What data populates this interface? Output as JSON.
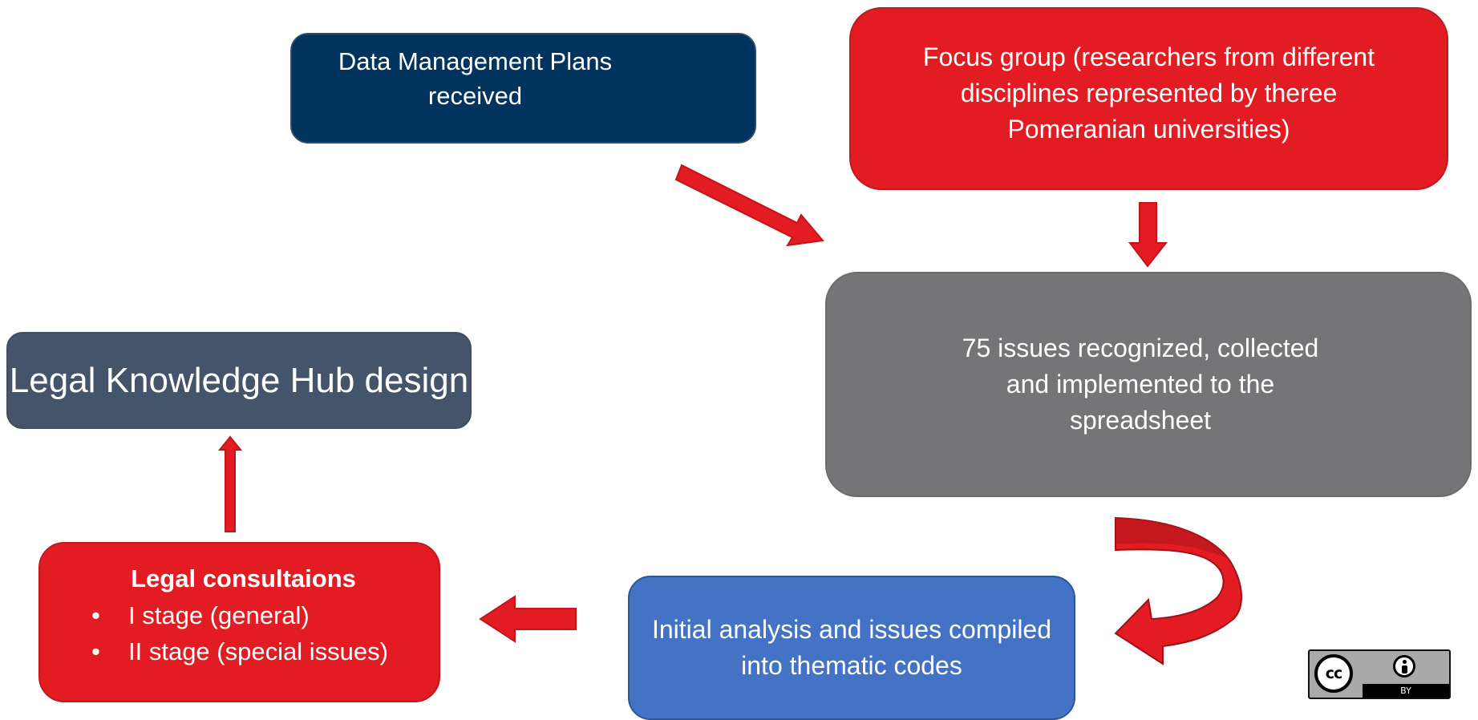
{
  "nodes": {
    "dmp": {
      "line1": "Data Management Plans",
      "line2": "received",
      "color": "#00345f"
    },
    "focus_group": {
      "line1": "Focus group (researchers from different",
      "line2": "disciplines represented by theree",
      "line3": "Pomeranian universities)",
      "color": "#e31c23"
    },
    "issues": {
      "line1": "75 issues recognized, collected",
      "line2": "and implemented to the",
      "line3": "spreadsheet",
      "color": "#757577"
    },
    "initial_analysis": {
      "line1": "Initial analysis and issues compiled",
      "line2": "into thematic codes",
      "color": "#4472c4"
    },
    "legal_consultations": {
      "title": "Legal consultaions",
      "bullets": [
        "I stage (general)",
        "II stage (special issues)"
      ],
      "bullet_symbol": "•",
      "color": "#e31c23"
    },
    "hub": {
      "label": "Legal Knowledge Hub design",
      "color": "#44546a"
    }
  },
  "arrow_color": "#e31c23",
  "license_badge": {
    "cc_text": "cc",
    "by_text": "BY"
  }
}
